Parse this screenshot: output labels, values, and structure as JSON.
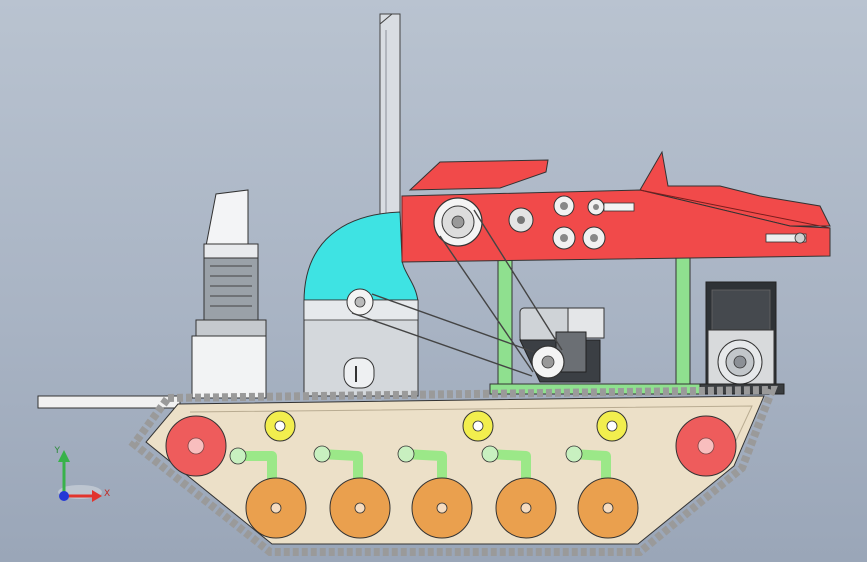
{
  "viewport": {
    "background_top": "#b9c3d0",
    "background_bottom": "#9aa6b8"
  },
  "triad": {
    "y_label": "Y",
    "x_label": "X",
    "y_color": "#38b24a",
    "x_color": "#e2342d",
    "z_color": "#2438d6"
  },
  "colors": {
    "hopper": "#f14a4a",
    "fan_housing": "#3ee3e3",
    "frame": "#8fe08f",
    "chassis": "#ece0c8",
    "sprocket": "#ee5c5c",
    "idler": "#f2ee4e",
    "road_wheel": "#eaa04e",
    "arm": "#9be888",
    "track": "#9a9a9a"
  },
  "parts": {
    "upper_rollers": 3,
    "road_wheels": 5,
    "suspension_arms": 5,
    "drive_sprockets": 2
  }
}
